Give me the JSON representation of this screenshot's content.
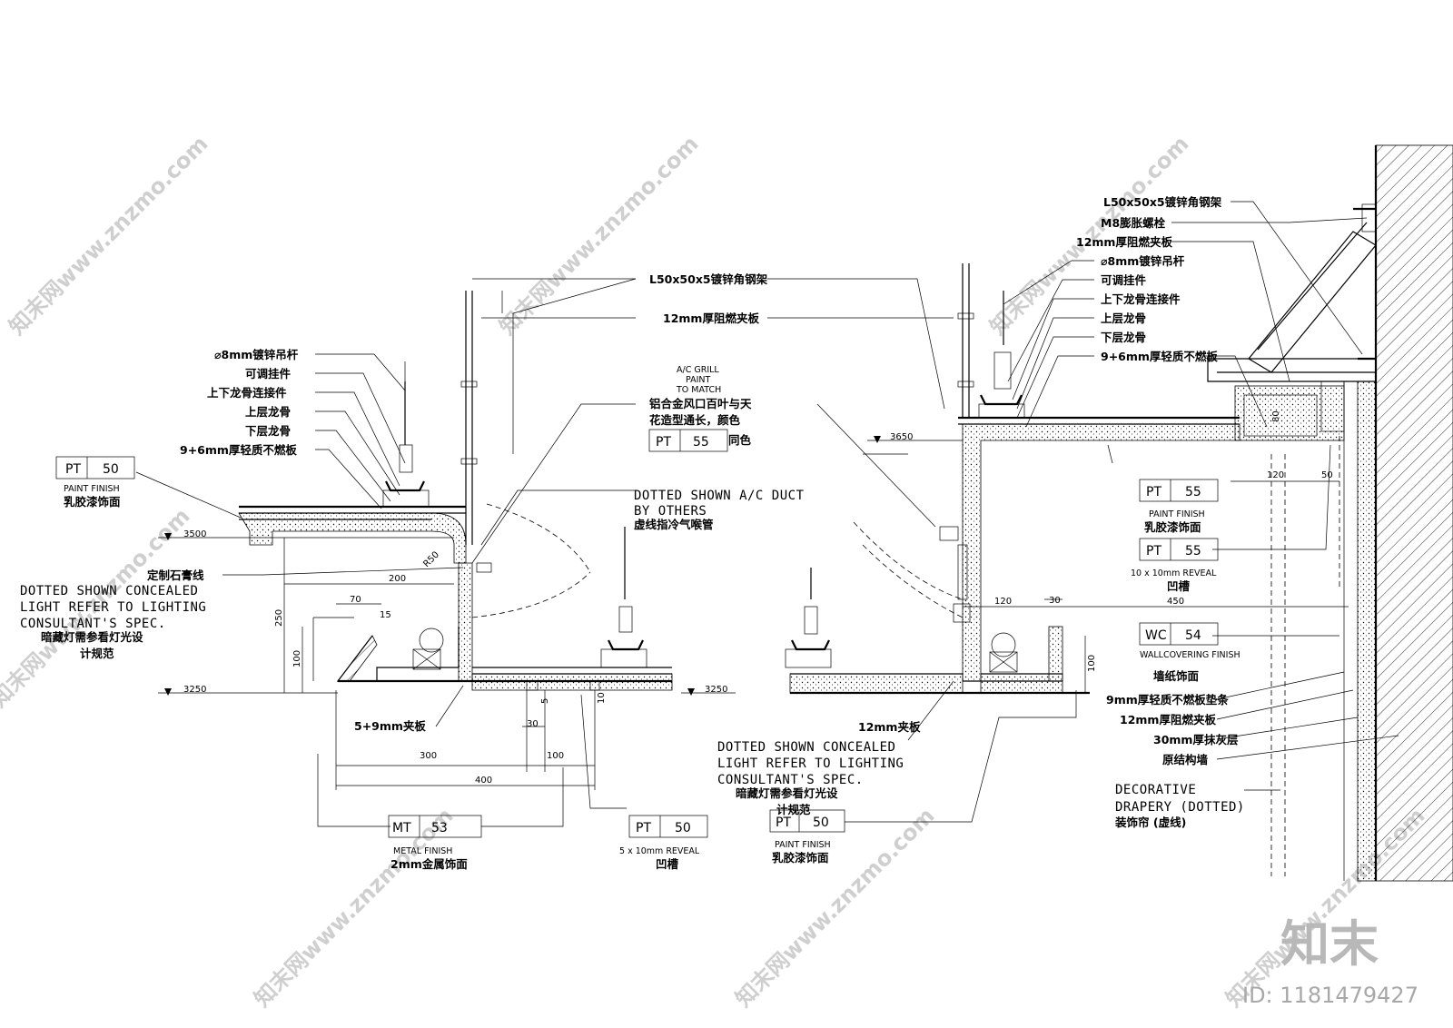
{
  "left_section": {
    "labels": {
      "angle_frame": "L50x50x5镀锌角钢架",
      "fire_board": "12mm厚阻燃夹板",
      "hanger_rod": "⌀8mm镀锌吊杆",
      "adjustable_hanger": "可调挂件",
      "keel_connector": "上下龙骨连接件",
      "upper_keel": "上层龙骨",
      "lower_keel": "下层龙骨",
      "gypsum_board": "9+6mm厚轻质不燃板",
      "custom_plaster_line": "定制石膏线",
      "plywood": "5+9mm夹板"
    },
    "concealed_light_en": [
      "DOTTED SHOWN CONCEALED",
      "LIGHT REFER TO LIGHTING",
      "CONSULTANT'S SPEC."
    ],
    "concealed_light_cn": [
      "暗藏灯需参看灯光设",
      "计规范"
    ],
    "ac_grill_en": [
      "A/C GRILL",
      "PAINT",
      "TO MATCH"
    ],
    "ac_grill_cn": [
      "铝合金风口百叶与天",
      "花造型通长，颜色"
    ],
    "ac_same_color": "同色",
    "duct_en": [
      "DOTTED SHOWN A/C DUCT",
      "BY OTHERS"
    ],
    "duct_cn": "虚线指冷气喉管",
    "levels": [
      "3500",
      "3250",
      "3250"
    ],
    "dims": [
      "R50",
      "200",
      "70",
      "15",
      "250",
      "100",
      "300",
      "100",
      "400",
      "30",
      "5",
      "10"
    ]
  },
  "tags": {
    "pt50_left": {
      "code": "PT",
      "num": "50",
      "en": "PAINT FINISH",
      "cn": "乳胶漆饰面"
    },
    "pt55_grill": {
      "code": "PT",
      "num": "55"
    },
    "mt53": {
      "code": "MT",
      "num": "53",
      "en": "METAL FINISH",
      "cn": "2mm金属饰面"
    },
    "pt50_reveal": {
      "code": "PT",
      "num": "50",
      "en": "5 x 10mm REVEAL",
      "cn": "凹槽"
    },
    "pt50_mid": {
      "code": "PT",
      "num": "50",
      "en": "PAINT FINISH",
      "cn": "乳胶漆饰面"
    },
    "pt55_right": {
      "code": "PT",
      "num": "55",
      "en": "PAINT FINISH",
      "cn": "乳胶漆饰面"
    },
    "pt55_reveal": {
      "code": "PT",
      "num": "55",
      "en": "10 x 10mm REVEAL",
      "cn": "凹槽"
    },
    "wc54": {
      "code": "WC",
      "num": "54",
      "en": "WALLCOVERING FINISH",
      "cn": "墙纸饰面"
    }
  },
  "right_section": {
    "labels": {
      "angle_frame": "L50x50x5镀锌角钢架",
      "expansion_bolt": "M8膨胀螺栓",
      "fire_board": "12mm厚阻燃夹板",
      "hanger_rod": "⌀8mm镀锌吊杆",
      "adjustable_hanger": "可调挂件",
      "keel_connector": "上下龙骨连接件",
      "upper_keel": "上层龙骨",
      "lower_keel": "下层龙骨",
      "gypsum_board": "9+6mm厚轻质不燃板",
      "plywood12": "12mm夹板",
      "strip": "9mm厚轻质不燃板垫条",
      "fire_board2": "12mm厚阻燃夹板",
      "plaster": "30mm厚抹灰层",
      "wall": "原结构墙"
    },
    "concealed_light_en": [
      "DOTTED SHOWN CONCEALED",
      "LIGHT REFER TO LIGHTING",
      "CONSULTANT'S SPEC."
    ],
    "concealed_light_cn": [
      "暗藏灯需参看灯光设",
      "计规范"
    ],
    "drapery_en": [
      "DECORATIVE",
      "DRAPERY (DOTTED)"
    ],
    "drapery_cn": "装饰帘 (虚线)",
    "levels": [
      "3650",
      "3250"
    ],
    "dims": [
      "120",
      "50",
      "80",
      "120",
      "30",
      "450",
      "100"
    ]
  },
  "watermark": {
    "site": "知末网www.znzmo.com",
    "logo": "知末",
    "id": "ID: 1181479427"
  }
}
